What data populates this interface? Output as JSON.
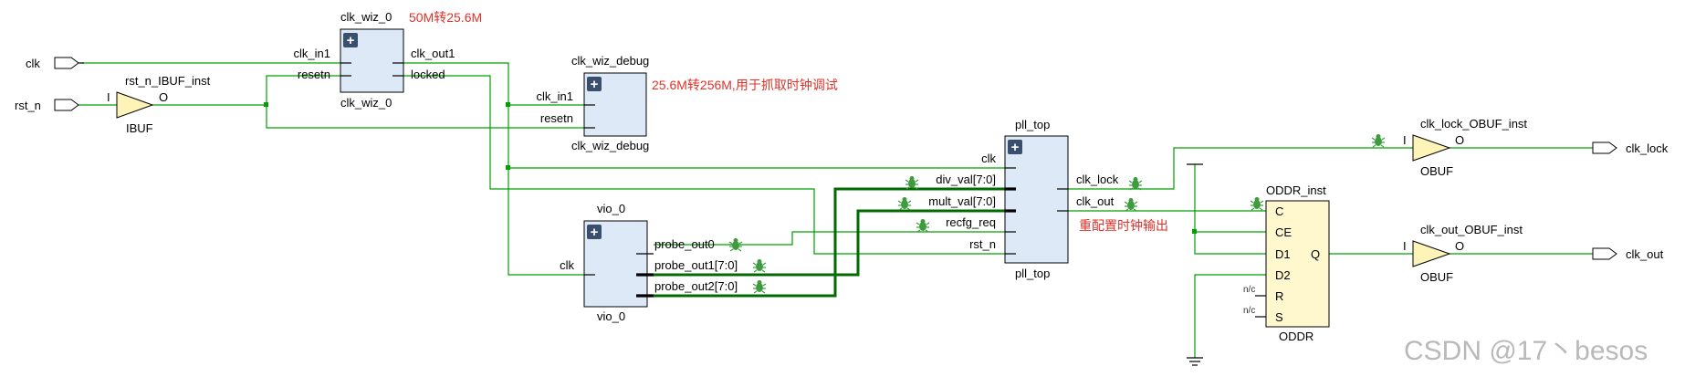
{
  "ports": {
    "clk": "clk",
    "rst_n": "rst_n",
    "clk_lock": "clk_lock",
    "clk_out": "clk_out"
  },
  "clk_wiz_0": {
    "title": "clk_wiz_0",
    "subtitle": "clk_wiz_0",
    "in1": "clk_in1",
    "in2": "resetn",
    "out1": "clk_out1",
    "out2": "locked",
    "note": "50M转25.6M"
  },
  "clk_wiz_debug": {
    "title": "clk_wiz_debug",
    "subtitle": "clk_wiz_debug",
    "in1": "clk_in1",
    "in2": "resetn",
    "note": "25.6M转256M,用于抓取时钟调试"
  },
  "rst_ibuf": {
    "title": "rst_n_IBUF_inst",
    "type": "IBUF",
    "pin_i": "I",
    "pin_o": "O"
  },
  "vio_0": {
    "title": "vio_0",
    "subtitle": "vio_0",
    "in1": "clk",
    "out0": "probe_out0",
    "out1": "probe_out1[7:0]",
    "out2": "probe_out2[7:0]"
  },
  "pll_top": {
    "title": "pll_top",
    "subtitle": "pll_top",
    "in_clk": "clk",
    "in_div": "div_val[7:0]",
    "in_mult": "mult_val[7:0]",
    "in_recfg": "recfg_req",
    "in_rst": "rst_n",
    "out_lock": "clk_lock",
    "out_clk": "clk_out",
    "note": "重配置时钟输出"
  },
  "clk_lock_obuf": {
    "title": "clk_lock_OBUF_inst",
    "type": "OBUF",
    "pin_i": "I",
    "pin_o": "O"
  },
  "clk_out_obuf": {
    "title": "clk_out_OBUF_inst",
    "type": "OBUF",
    "pin_i": "I",
    "pin_o": "O"
  },
  "oddr": {
    "title": "ODDR_inst",
    "type": "ODDR",
    "pin_c": "C",
    "pin_ce": "CE",
    "pin_d1": "D1",
    "pin_d2": "D2",
    "pin_r": "R",
    "pin_s": "S",
    "pin_q": "Q",
    "nc": "n/c"
  },
  "watermark": "CSDN @17丶besos",
  "colors": {
    "wire": "#00a000",
    "bus": "#006b00",
    "block_fill": "#dde9f6",
    "oddr_fill": "#fff8cf",
    "buffer_fill": "#fff4b8",
    "annotation": "#e0322a",
    "debug_icon": "#3e9b3e"
  }
}
